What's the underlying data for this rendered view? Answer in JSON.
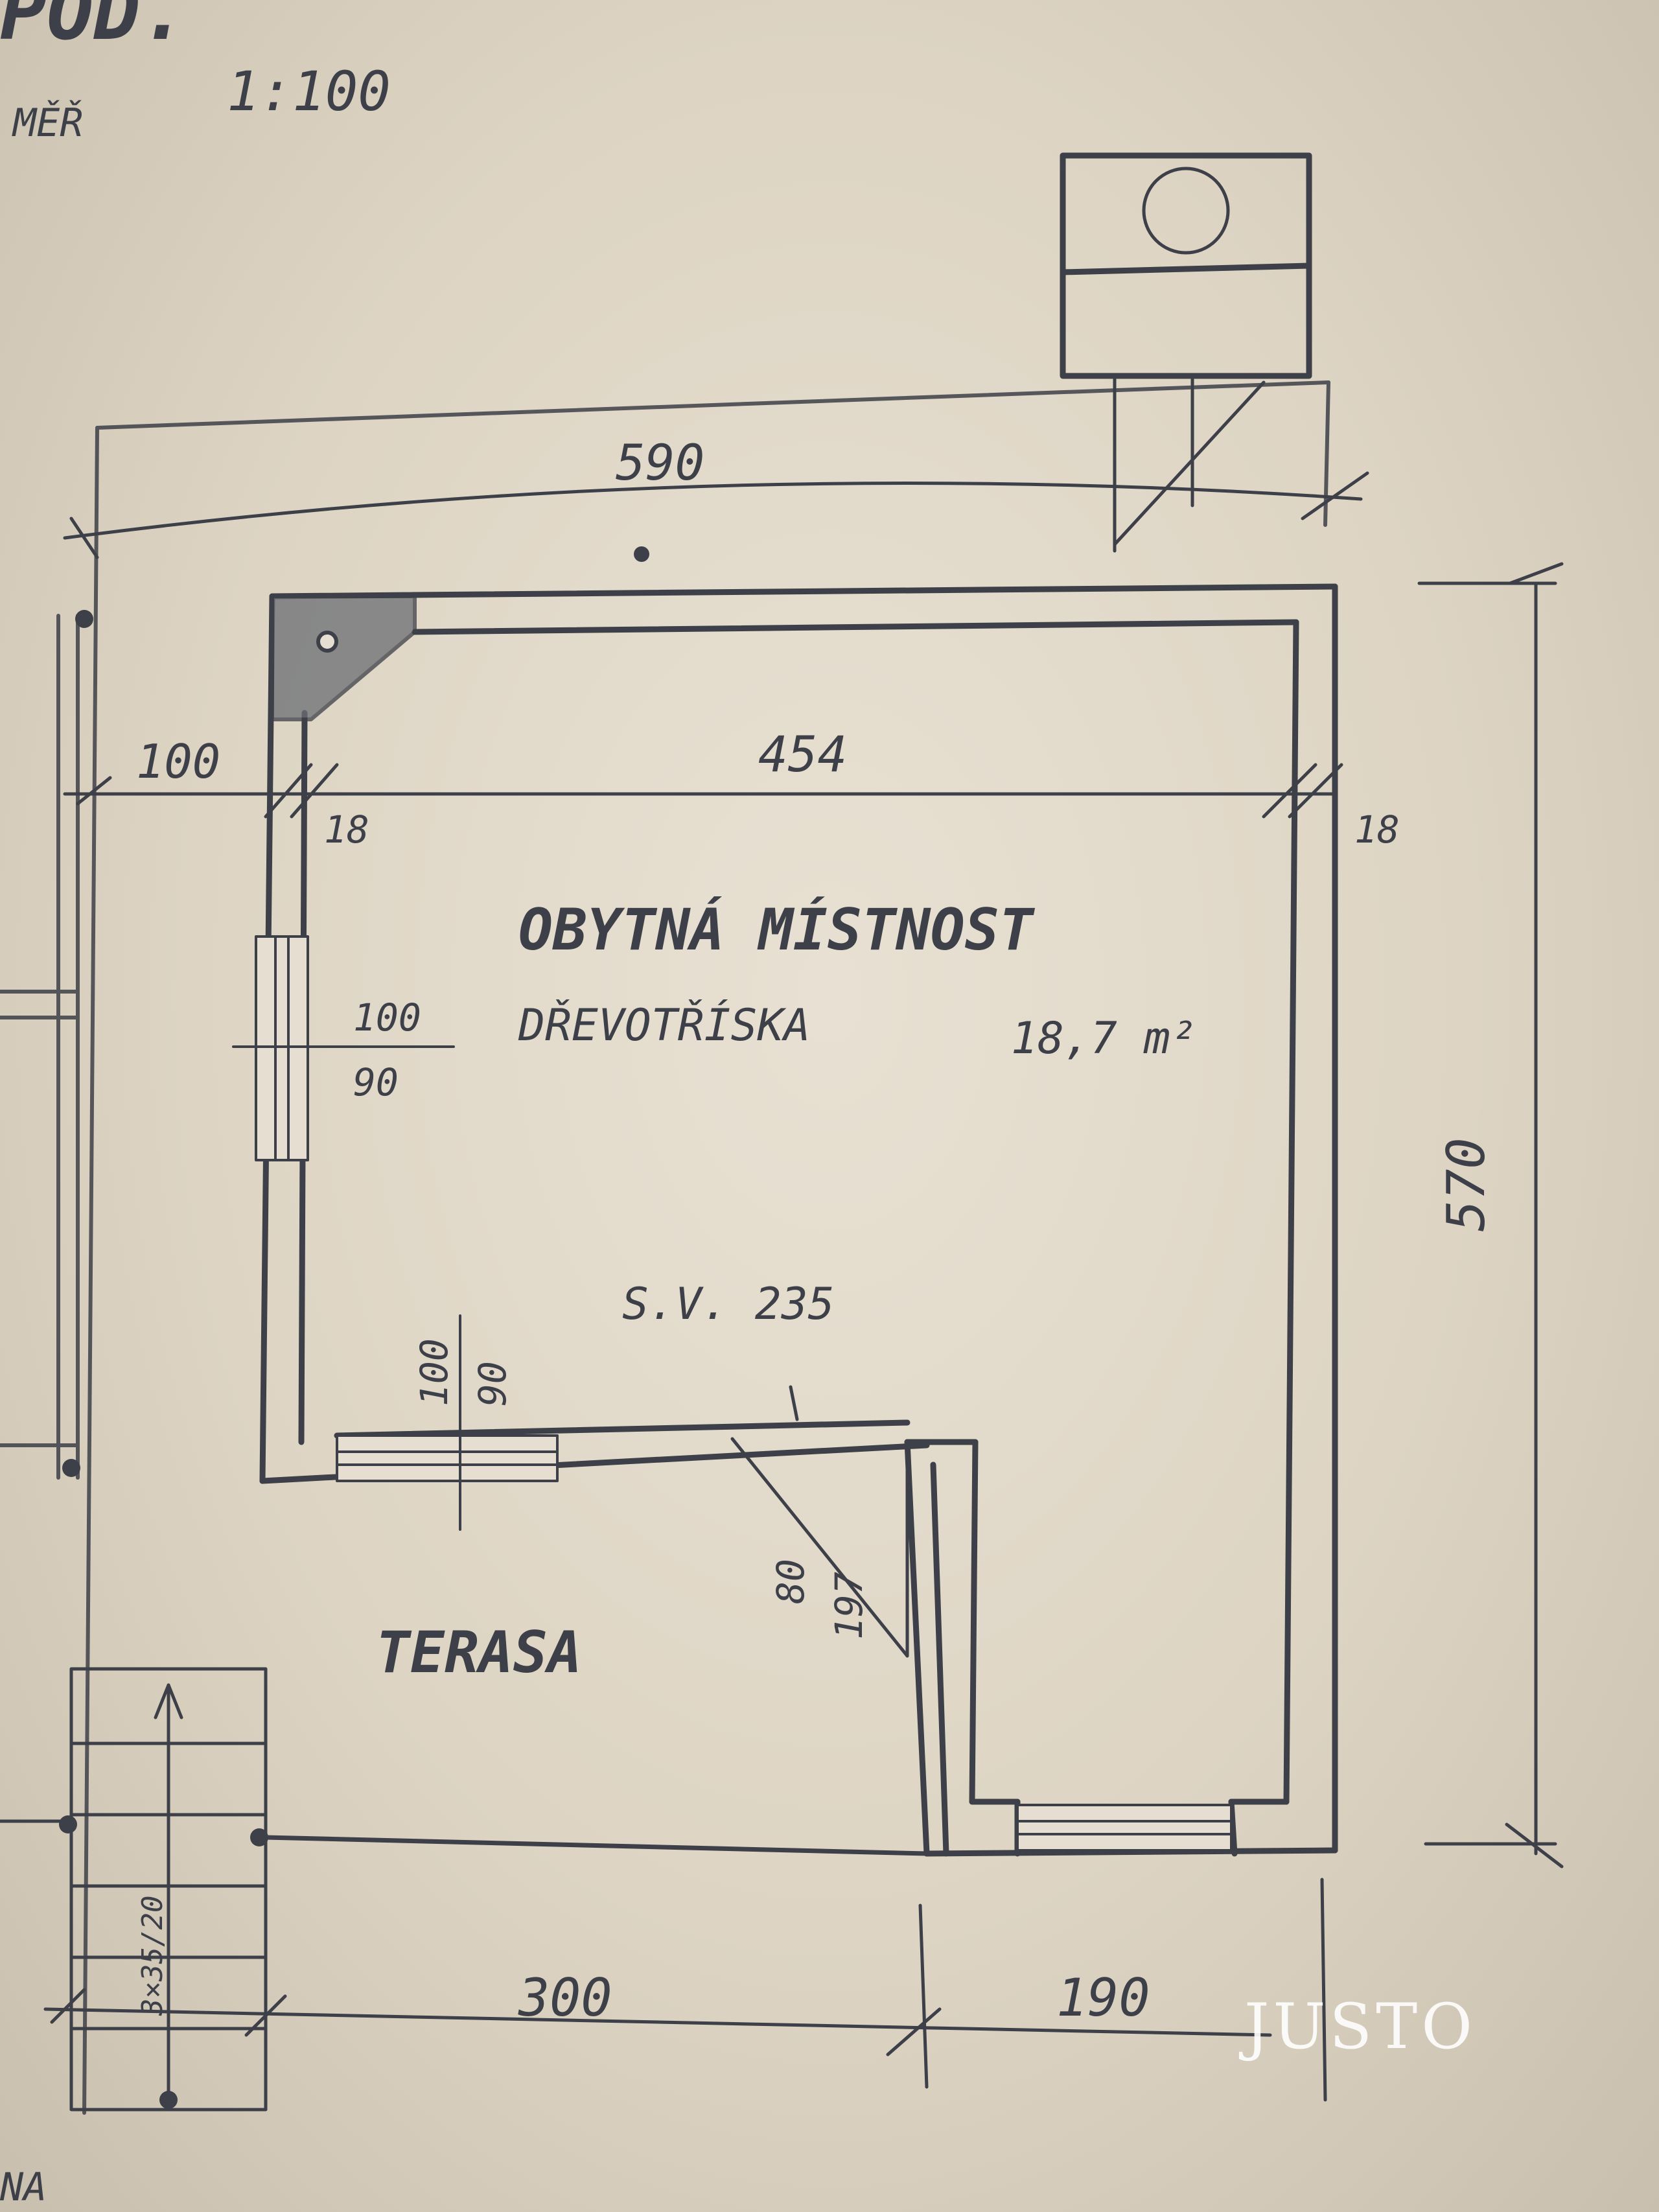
{
  "header": {
    "title_fragment": "POD.",
    "scale_label": "MĚŘ",
    "scale_value": "1:100"
  },
  "room": {
    "name": "OBYTNÁ MÍSTNOST",
    "floor_material": "DŘEVOTŘÍSKA",
    "area": "18,7 m²",
    "height": "S.V. 235"
  },
  "terrace": {
    "label": "TERASA"
  },
  "dimensions": {
    "total_width": "590",
    "inner_width": "454",
    "left_offset": "100",
    "wall_left": "18",
    "wall_right": "18",
    "total_depth": "570",
    "bottom_left": "300",
    "bottom_right": "190"
  },
  "openings": {
    "west_window_width": "100",
    "west_window_height": "90",
    "south_window_width": "100",
    "south_window_height": "90",
    "door_width": "80",
    "door_height": "197"
  },
  "stairs": {
    "label": "3×35/20"
  },
  "edge_fragment": "NA",
  "watermark": "JUSTO",
  "colors": {
    "paper": "#e4dccd",
    "ink": "#3d4048"
  }
}
